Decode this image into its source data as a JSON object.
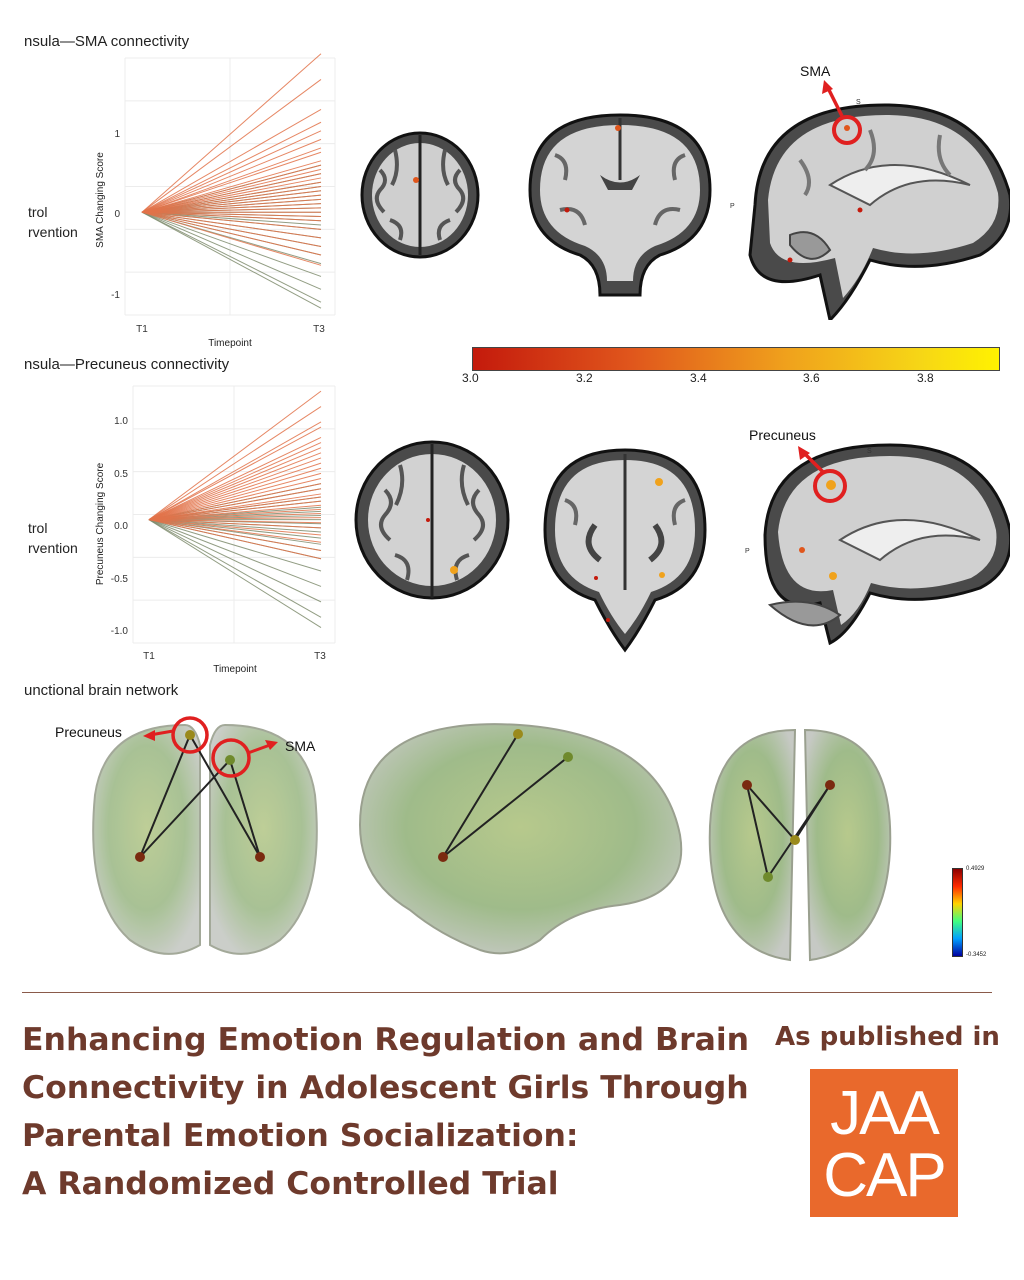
{
  "panels": {
    "sma": {
      "title": "nsula—SMA connectivity",
      "legend": [
        "trol",
        "rvention"
      ],
      "ylabel": "SMA Changing Score",
      "xlabel": "Timepoint",
      "yticks": [
        "1",
        "0",
        "-1"
      ],
      "xticks": [
        "T1",
        "T3"
      ],
      "brain_label": "SMA"
    },
    "precuneus": {
      "title": "nsula—Precuneus connectivity",
      "legend": [
        "trol",
        "rvention"
      ],
      "ylabel": "Precuneus Changing Score",
      "xlabel": "Timepoint",
      "yticks": [
        "1.0",
        "0.5",
        "0.0",
        "-0.5",
        "-1.0"
      ],
      "xticks": [
        "T1",
        "T3"
      ],
      "brain_label": "Precuneus"
    },
    "network": {
      "title": "unctional brain network",
      "label_left": "Precuneus",
      "label_right": "SMA",
      "colorbar_max": "0.4929",
      "colorbar_min": "-0.3452"
    }
  },
  "colorbar": {
    "ticks": [
      "3.0",
      "3.2",
      "3.4",
      "3.6",
      "3.8"
    ],
    "colors": [
      "#c41a0c",
      "#e0561c",
      "#f0a21c",
      "#f6d616",
      "#fff200"
    ]
  },
  "slice_letters": {
    "s": "S",
    "p": "P"
  },
  "publication": {
    "title_lines": [
      "Enhancing Emotion Regulation and Brain",
      "Connectivity in Adolescent Girls Through",
      "Parental Emotion Socialization:",
      "A Randomized Controlled Trial"
    ],
    "published_label": "As published in",
    "logo_lines": [
      "JAA",
      "CAP"
    ]
  },
  "theme": {
    "accent": "#6e3a2c",
    "logo_bg": "#e9692c",
    "control": "#7f8c6e",
    "intervention": "#e2734a",
    "highlight": "#e02020"
  },
  "chart_data": [
    {
      "type": "line",
      "title": "nsula—SMA connectivity",
      "xlabel": "Timepoint",
      "ylabel": "SMA Changing Score",
      "categories": [
        "T1",
        "T3"
      ],
      "ylim": [
        -1.2,
        1.8
      ],
      "grid": true,
      "series": [
        {
          "name": "trol",
          "color": "#7f8c6e",
          "endpoints": [
            0.55,
            0.45,
            0.35,
            0.3,
            0.25,
            0.2,
            0.15,
            0.1,
            0.05,
            0.0,
            -0.05,
            -0.1,
            -0.15,
            -0.2,
            -0.3,
            -0.4,
            -0.5,
            -0.6,
            -0.75,
            -0.9,
            -1.05,
            -1.12
          ]
        },
        {
          "name": "rvention",
          "color": "#e2734a",
          "endpoints": [
            1.85,
            1.55,
            1.2,
            1.05,
            0.95,
            0.85,
            0.75,
            0.7,
            0.6,
            0.55,
            0.5,
            0.45,
            0.4,
            0.35,
            0.3,
            0.25,
            0.2,
            0.15,
            0.1,
            0.05,
            0.0,
            -0.05,
            -0.1,
            -0.2,
            -0.3,
            -0.4,
            -0.5,
            -0.62
          ]
        }
      ]
    },
    {
      "type": "line",
      "title": "nsula—Precuneus connectivity",
      "xlabel": "Timepoint",
      "ylabel": "Precuneus Changing Score",
      "categories": [
        "T1",
        "T3"
      ],
      "ylim": [
        -1.2,
        1.3
      ],
      "grid": true,
      "series": [
        {
          "name": "trol",
          "color": "#7f8c6e",
          "endpoints": [
            0.35,
            0.3,
            0.22,
            0.18,
            0.12,
            0.08,
            0.04,
            0.0,
            -0.04,
            -0.08,
            -0.12,
            -0.18,
            -0.24,
            -0.3,
            -0.38,
            -0.5,
            -0.65,
            -0.8,
            -0.95,
            -1.05
          ]
        },
        {
          "name": "rvention",
          "color": "#e2734a",
          "endpoints": [
            1.25,
            1.1,
            0.95,
            0.9,
            0.8,
            0.75,
            0.7,
            0.65,
            0.6,
            0.55,
            0.5,
            0.45,
            0.4,
            0.35,
            0.3,
            0.25,
            0.22,
            0.18,
            0.14,
            0.1,
            0.06,
            0.02,
            -0.03,
            -0.08,
            -0.15,
            -0.22,
            -0.3,
            -0.38
          ]
        }
      ]
    }
  ]
}
